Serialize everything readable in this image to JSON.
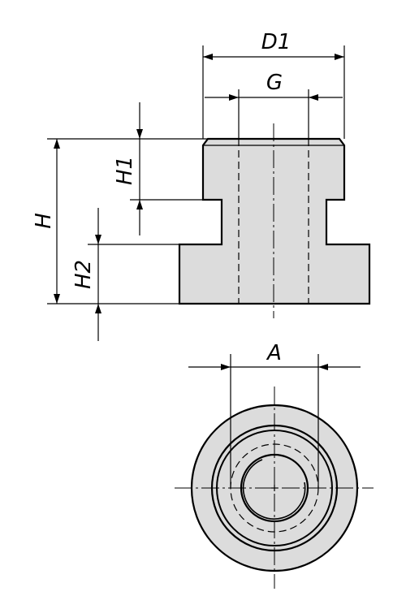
{
  "labels": {
    "D1": "D1",
    "G": "G",
    "H": "H",
    "H1": "H1",
    "H2": "H2",
    "A": "A"
  },
  "colors": {
    "part_fill": "#dcdcdc",
    "line": "#000000",
    "background": "#ffffff"
  }
}
